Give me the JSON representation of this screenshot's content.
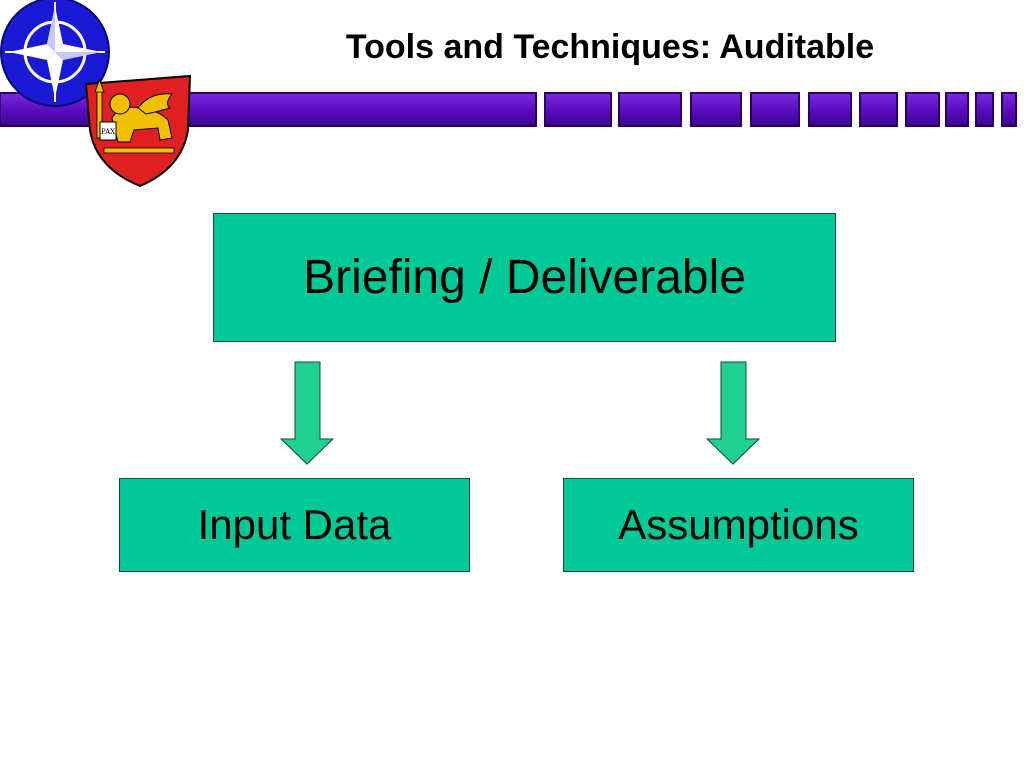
{
  "slide": {
    "title": "Tools and Techniques: Auditable"
  },
  "header": {
    "bar_color": "#5a0cc0",
    "emblem_blue": "#1a1ad6",
    "emblem_shield_red": "#e02020",
    "emblem_gold": "#f0c000",
    "emblem_names": [
      "compass-rose-emblem-icon",
      "winged-lion-shield-icon"
    ],
    "logo_lettering": "PAX"
  },
  "diagram": {
    "box_fill": "#00c896",
    "arrow_fill": "#20d090",
    "top_box": {
      "label": "Briefing / Deliverable"
    },
    "bottom_boxes": [
      {
        "label": "Input Data"
      },
      {
        "label": "Assumptions"
      }
    ]
  }
}
